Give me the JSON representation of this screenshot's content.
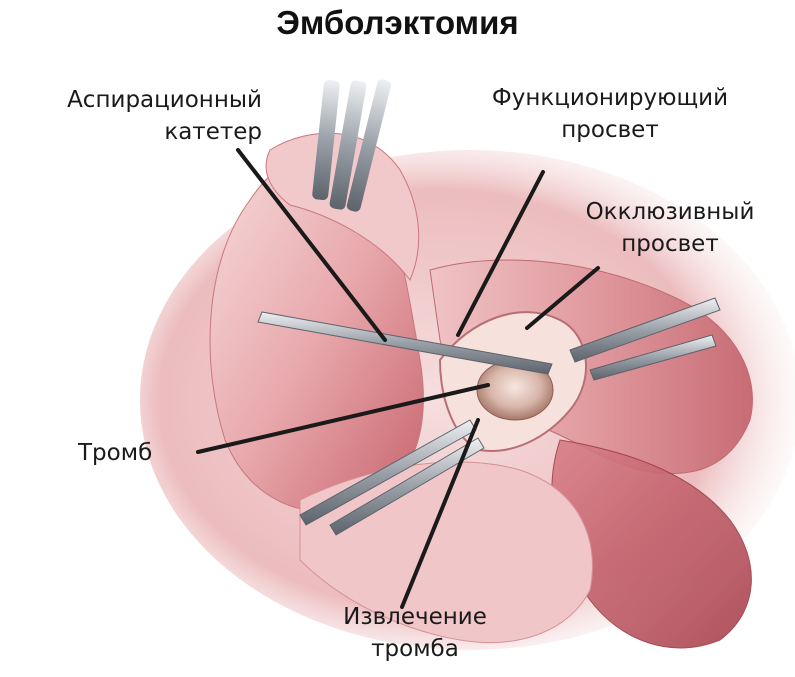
{
  "title": "Эмболэктомия",
  "labels": {
    "catheter": {
      "line1": "Аспирационный",
      "line2": "катетер"
    },
    "functional_lumen": {
      "line1": "Функционирующий",
      "line2": "просвет"
    },
    "occlusive_lumen": {
      "line1": "Окклюзивный",
      "line2": "просвет"
    },
    "thrombus": {
      "line1": "Тромб"
    },
    "extraction": {
      "line1": "Извлечение",
      "line2": "тромба"
    }
  },
  "colors": {
    "tissue_light": "#f3cfcf",
    "tissue_mid": "#e6a3a6",
    "tissue_dark": "#b8505a",
    "instrument": "#9aa0a8",
    "leader": "#1a1a1a"
  }
}
